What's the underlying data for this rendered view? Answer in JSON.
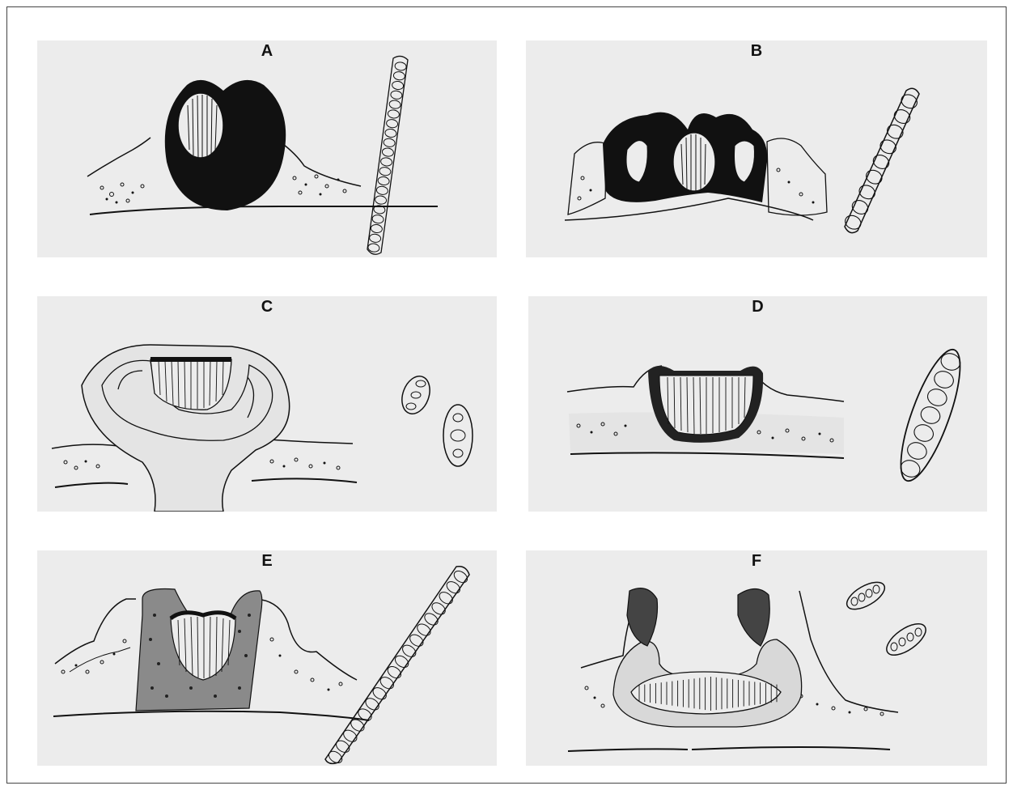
{
  "panels": [
    {
      "id": "A",
      "label": "A"
    },
    {
      "id": "B",
      "label": "B"
    },
    {
      "id": "C",
      "label": "C"
    },
    {
      "id": "D",
      "label": "D"
    },
    {
      "id": "E",
      "label": "E"
    },
    {
      "id": "F",
      "label": "F"
    }
  ],
  "colors": {
    "panel_bg": "#ececec",
    "ink": "#111111",
    "frame": "#444444"
  }
}
